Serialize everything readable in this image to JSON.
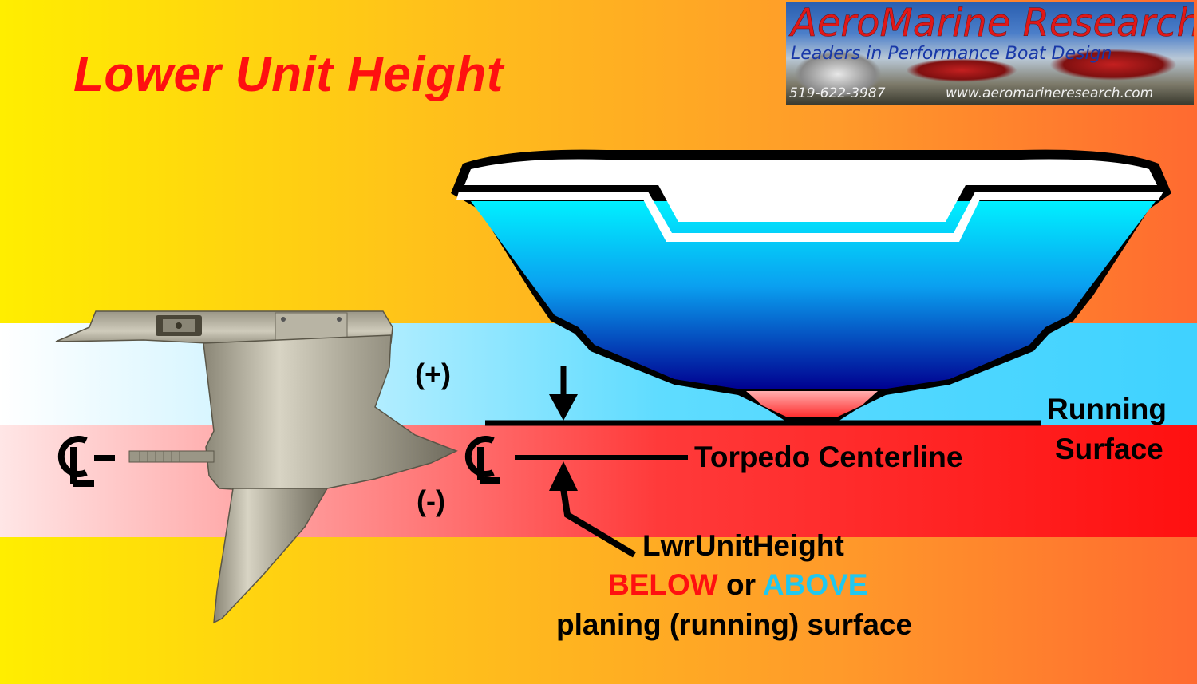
{
  "title": "Lower Unit Height",
  "logo": {
    "name": "AeroMarine Research",
    "tagline": "Leaders in Performance Boat Design",
    "phone": "519-622-3987",
    "url": "www.aeromarineresearch.com"
  },
  "labels": {
    "plus": "(+)",
    "minus": "(-)",
    "running_surface_line1": "Running",
    "running_surface_line2": "Surface",
    "torpedo_centerline": "Torpedo Centerline",
    "lwr_unit_height": "LwrUnitHeight",
    "below": "BELOW",
    "or": "or",
    "above": "ABOVE",
    "planing_surface": "planing (running) surface"
  },
  "colors": {
    "title": "#ff1010",
    "below": "#ff1010",
    "above": "#20c8f0",
    "water_above": "#3fd2ff",
    "water_below": "#ff1010"
  }
}
